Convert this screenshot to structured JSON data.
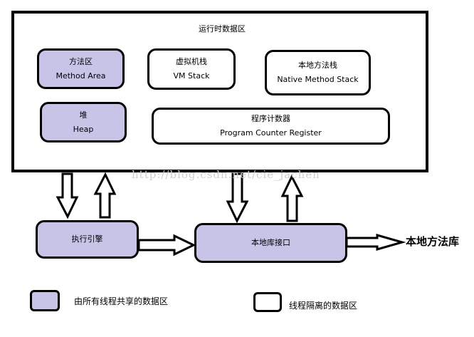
{
  "runtime_area": {
    "title": "运行时数据区"
  },
  "areas": {
    "method_area": {
      "zh": "方法区",
      "en": "Method Area"
    },
    "vm_stack": {
      "zh": "虚拟机栈",
      "en": "VM Stack"
    },
    "native_stack": {
      "zh": "本地方法栈",
      "en": "Native Method Stack"
    },
    "heap": {
      "zh": "堆",
      "en": "Heap"
    },
    "pc_register": {
      "zh": "程序计数器",
      "en": "Program Counter Register"
    }
  },
  "execution_engine": {
    "label": "执行引擎"
  },
  "native_interface": {
    "label": "本地库接口"
  },
  "native_library": {
    "label": "本地方法库"
  },
  "legend": {
    "shared": "由所有线程共享的数据区",
    "private": "线程隔离的数据区"
  },
  "watermark": "http://blog.csdn.net/cie_jachen",
  "colors": {
    "shared_fill": "#c8c4e8",
    "private_fill": "#ffffff",
    "stroke": "#000000"
  }
}
